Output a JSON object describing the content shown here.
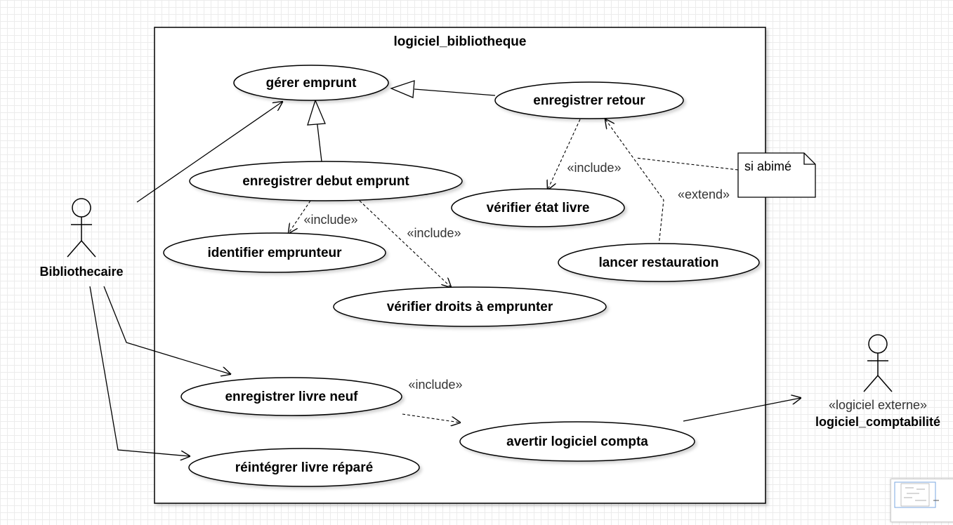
{
  "system": {
    "title": "logiciel_bibliotheque"
  },
  "actors": {
    "bibliothecaire": {
      "name": "Bibliothecaire"
    },
    "comptabilite": {
      "stereotype": "«logiciel externe»",
      "name": "logiciel_comptabilité"
    }
  },
  "use_cases": {
    "gerer_emprunt": "gérer emprunt",
    "enregistrer_retour": "enregistrer retour",
    "enregistrer_debut_emprunt": "enregistrer debut emprunt",
    "verifier_etat_livre": "vérifier état livre",
    "identifier_emprunteur": "identifier emprunteur",
    "lancer_restauration": "lancer restauration",
    "verifier_droits": "vérifier droits à emprunter",
    "enregistrer_livre_neuf": "enregistrer livre neuf",
    "avertir_logiciel_compta": "avertir logiciel compta",
    "reintegrer_livre_repare": "réintégrer livre réparé"
  },
  "relations": {
    "include_identifier": "«include»",
    "include_droits": "«include»",
    "include_etat": "«include»",
    "extend_restauration": "«extend»",
    "include_compta": "«include»"
  },
  "note": {
    "text": "si abimé"
  }
}
